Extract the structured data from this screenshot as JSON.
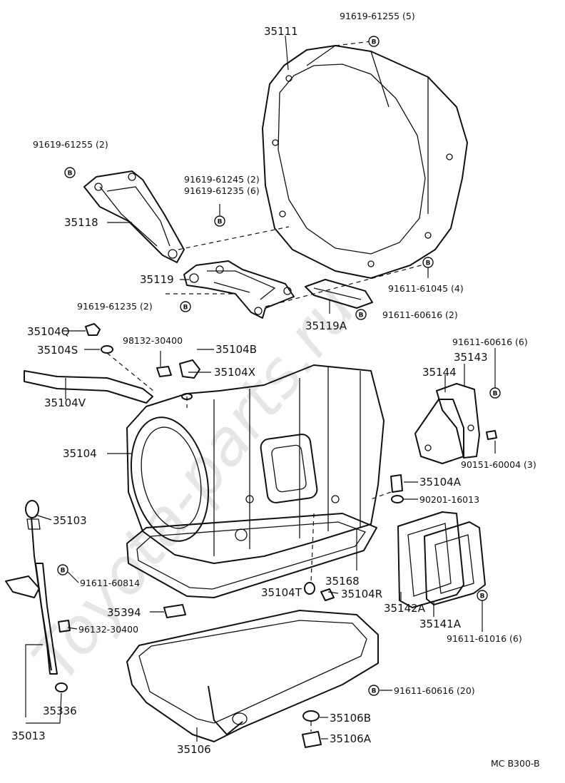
{
  "diagram": {
    "code": "MC B300-B",
    "watermark": "Toyota-parts.ru",
    "bolt_marker": "B"
  },
  "labels": {
    "l01": "91619-61255 (5)",
    "l02": "35111",
    "l03": "91619-61255 (2)",
    "l04": "91619-61245 (2)",
    "l05": "91619-61235 (6)",
    "l06": "35118",
    "l07": "35119",
    "l08": "91611-61045 (4)",
    "l09": "91619-61235 (2)",
    "l10": "91611-60616 (2)",
    "l11": "35119A",
    "l12": "35104Q",
    "l13": "98132-30400",
    "l14": "91611-60616 (6)",
    "l15": "35104B",
    "l16": "35104S",
    "l17": "35143",
    "l18": "35104X",
    "l19": "35144",
    "l20": "35104V",
    "l21": "35104",
    "l22": "90151-60004 (3)",
    "l23": "35104A",
    "l24": "90201-16013",
    "l25": "35103",
    "l26": "35168",
    "l27": "91611-60814",
    "l28": "35104T",
    "l29": "35104R",
    "l30": "35142A",
    "l31": "35394",
    "l32": "35141A",
    "l33": "96132-30400",
    "l34": "91611-61016 (6)",
    "l35": "91611-60616 (20)",
    "l36": "35336",
    "l37": "35106B",
    "l38": "35013",
    "l39": "35106A",
    "l40": "35106"
  }
}
